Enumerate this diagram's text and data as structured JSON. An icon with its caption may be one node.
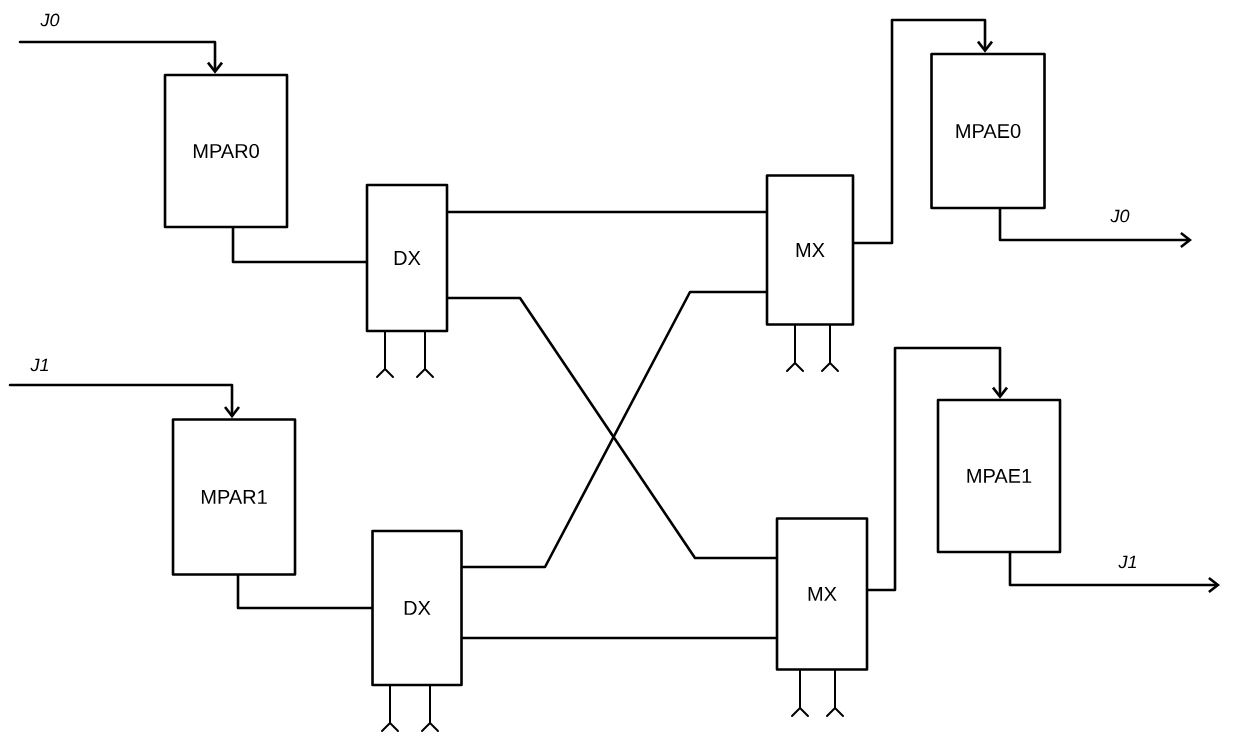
{
  "diagram": {
    "nodes": [
      {
        "text": [
          "MPAR0"
        ]
      },
      {
        "text": [
          "DX"
        ]
      },
      {
        "text": [
          "MX"
        ]
      },
      {
        "text": [
          "MPAE0"
        ]
      },
      {
        "text": [
          "MPAR1"
        ]
      },
      {
        "text": [
          "DX"
        ]
      },
      {
        "text": [
          "MX"
        ]
      },
      {
        "text": [
          "MPAE1"
        ]
      }
    ],
    "edges": [
      {
        "from": null,
        "to": 0,
        "arrow": "to",
        "label": "J0"
      },
      {
        "from": 0,
        "to": 1,
        "arrow": "none"
      },
      {
        "from": 1,
        "to": 2,
        "arrow": "none"
      },
      {
        "from": 1,
        "to": 6,
        "arrow": "none"
      },
      {
        "from": 5,
        "to": 2,
        "arrow": "none"
      },
      {
        "from": 5,
        "to": 6,
        "arrow": "none"
      },
      {
        "from": 2,
        "to": 3,
        "arrow": "to"
      },
      {
        "from": 3,
        "to": null,
        "arrow": "to",
        "label": "J0"
      },
      {
        "from": null,
        "to": 4,
        "arrow": "to",
        "label": "J1"
      },
      {
        "from": 4,
        "to": 5,
        "arrow": "none"
      },
      {
        "from": 6,
        "to": 7,
        "arrow": "to"
      },
      {
        "from": 7,
        "to": null,
        "arrow": "to",
        "label": "J1"
      }
    ]
  }
}
